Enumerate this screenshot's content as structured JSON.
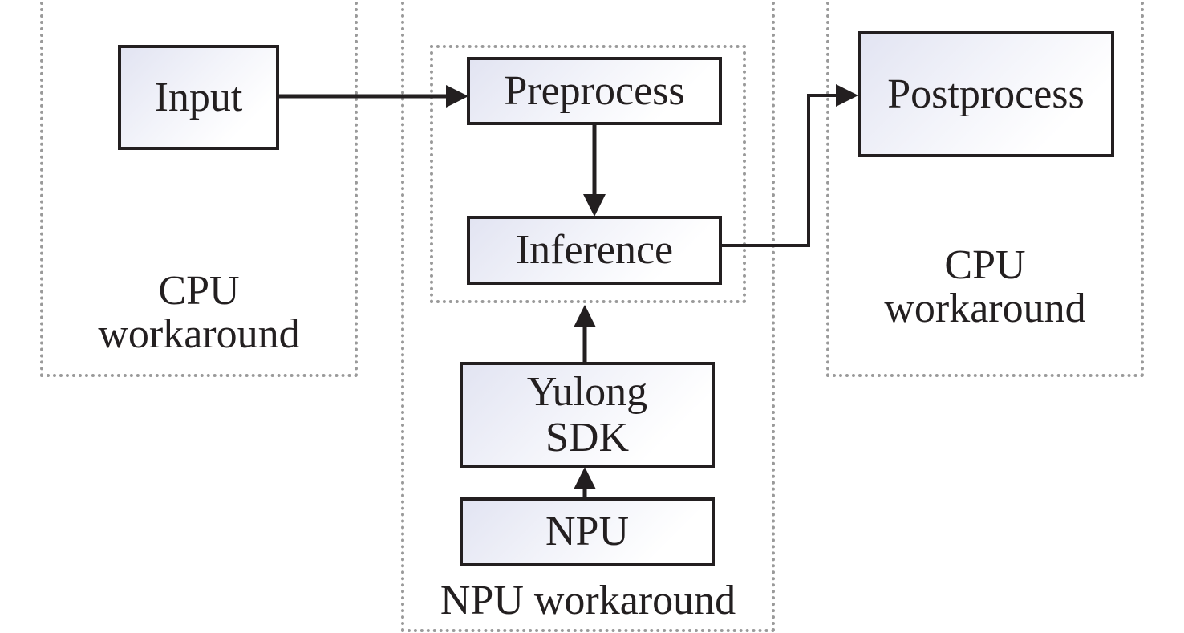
{
  "diagram": {
    "regions": {
      "cpu_left": {
        "label_line1": "CPU",
        "label_line2": "workaround"
      },
      "npu": {
        "label": "NPU workaround"
      },
      "cpu_right": {
        "label_line1": "CPU",
        "label_line2": "workaround"
      }
    },
    "nodes": {
      "input": "Input",
      "preprocess": "Preprocess",
      "inference": "Inference",
      "yulong_line1": "Yulong",
      "yulong_line2": "SDK",
      "npu": "NPU",
      "postprocess": "Postprocess"
    },
    "edges": [
      {
        "from": "Input",
        "to": "Preprocess"
      },
      {
        "from": "Preprocess",
        "to": "Inference"
      },
      {
        "from": "Inference",
        "to": "Postprocess"
      },
      {
        "from": "Yulong SDK",
        "to": "Inference"
      },
      {
        "from": "NPU",
        "to": "Yulong SDK"
      }
    ],
    "colors": {
      "stroke": "#231f20",
      "region_border": "#9a9a9a",
      "box_fill_start": "#e2e4f2",
      "box_fill_end": "#ffffff"
    }
  }
}
